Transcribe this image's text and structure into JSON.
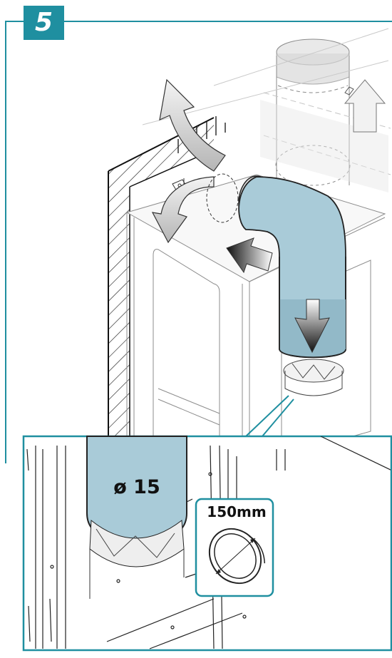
{
  "step": {
    "number": "5"
  },
  "detail": {
    "duct_diameter_label": "ø 15",
    "pipe_size_label": "150mm"
  },
  "colors": {
    "frame_teal": "#1f8fa0",
    "duct_blue": "#a9cbd8",
    "duct_blue_dark": "#8fb7c6",
    "line": "#222222",
    "ghost_line": "#9a9a9a"
  }
}
